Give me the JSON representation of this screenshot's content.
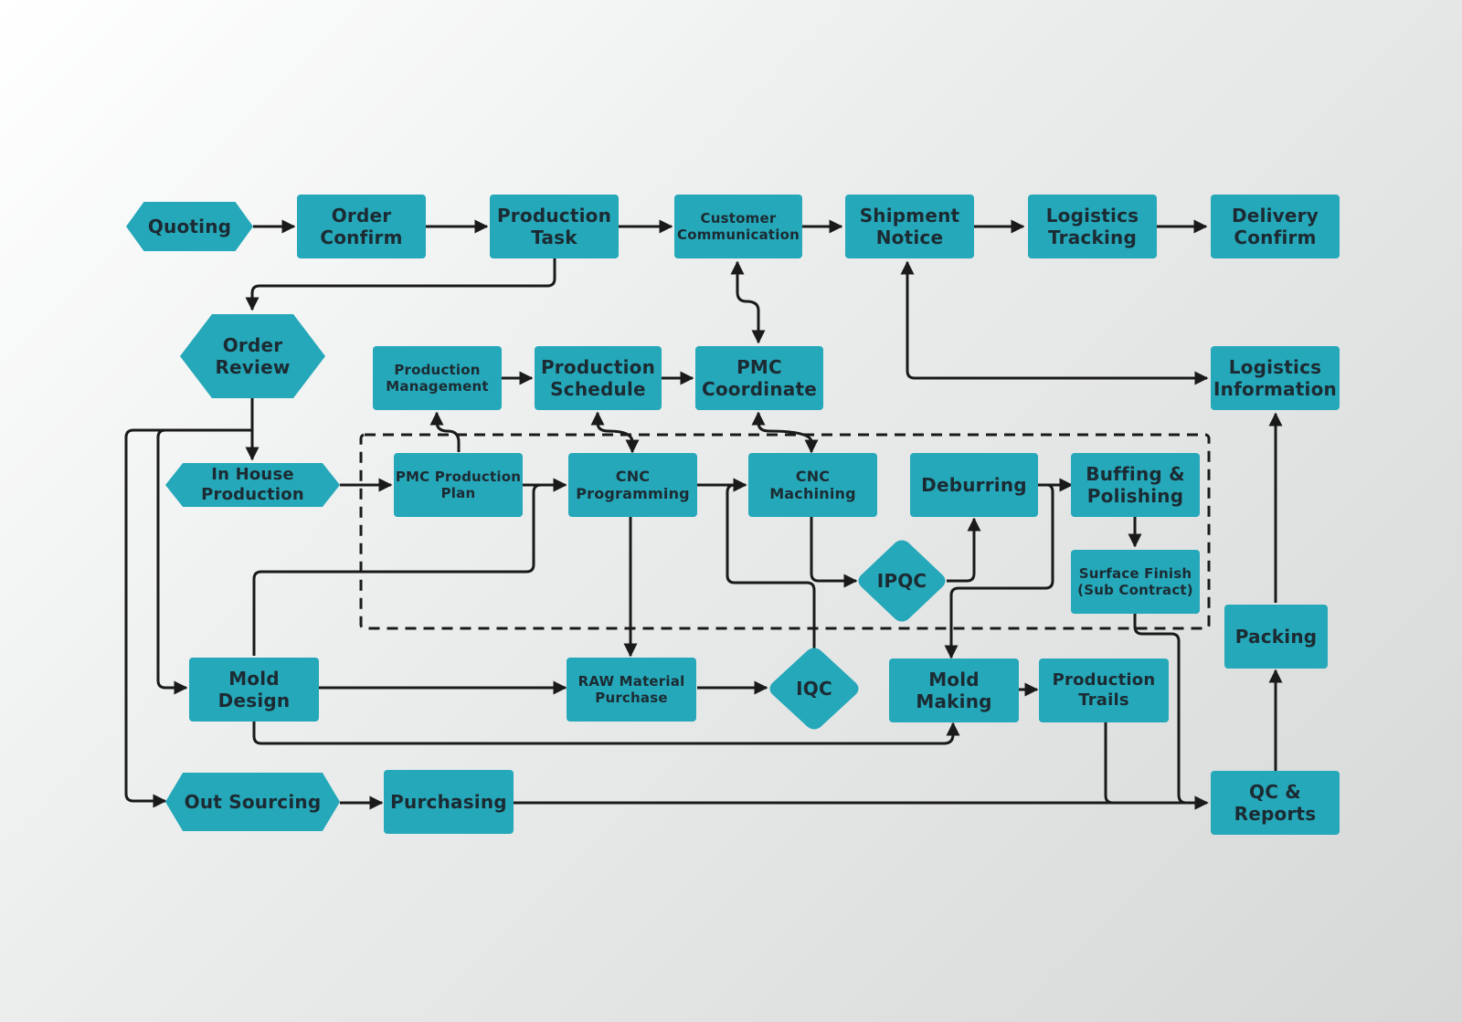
{
  "colors": {
    "node_fill": "#25a8b9",
    "node_text": "#1c2b33",
    "connector": "#1a1a1a",
    "background": "#e6e8e8"
  },
  "nodes": {
    "quoting": "Quoting",
    "order_confirm": "Order\nConfirm",
    "production_task": "Production\nTask",
    "customer_communication": "Customer\nCommunication",
    "shipment_notice": "Shipment\nNotice",
    "logistics_tracking": "Logistics\nTracking",
    "delivery_confirm": "Delivery\nConfirm",
    "order_review": "Order\nReview",
    "production_management": "Production\nManagement",
    "production_schedule": "Production\nSchedule",
    "pmc_coordinate": "PMC\nCoordinate",
    "logistics_information": "Logistics\nInformation",
    "in_house_production": "In House\nProduction",
    "pmc_production_plan": "PMC Production\nPlan",
    "cnc_programming": "CNC\nProgramming",
    "cnc_machining": "CNC\nMachining",
    "deburring": "Deburring",
    "buffing_polishing": "Buffing &\nPolishing",
    "ipqc": "IPQC",
    "surface_finish": "Surface Finish\n(Sub Contract)",
    "packing": "Packing",
    "mold_design": "Mold\nDesign",
    "raw_material_purchase": "RAW Material\nPurchase",
    "iqc": "IQC",
    "mold_making": "Mold\nMaking",
    "production_trails": "Production\nTrails",
    "out_sourcing": "Out Sourcing",
    "purchasing": "Purchasing",
    "qc_reports": "QC &\nReports"
  }
}
